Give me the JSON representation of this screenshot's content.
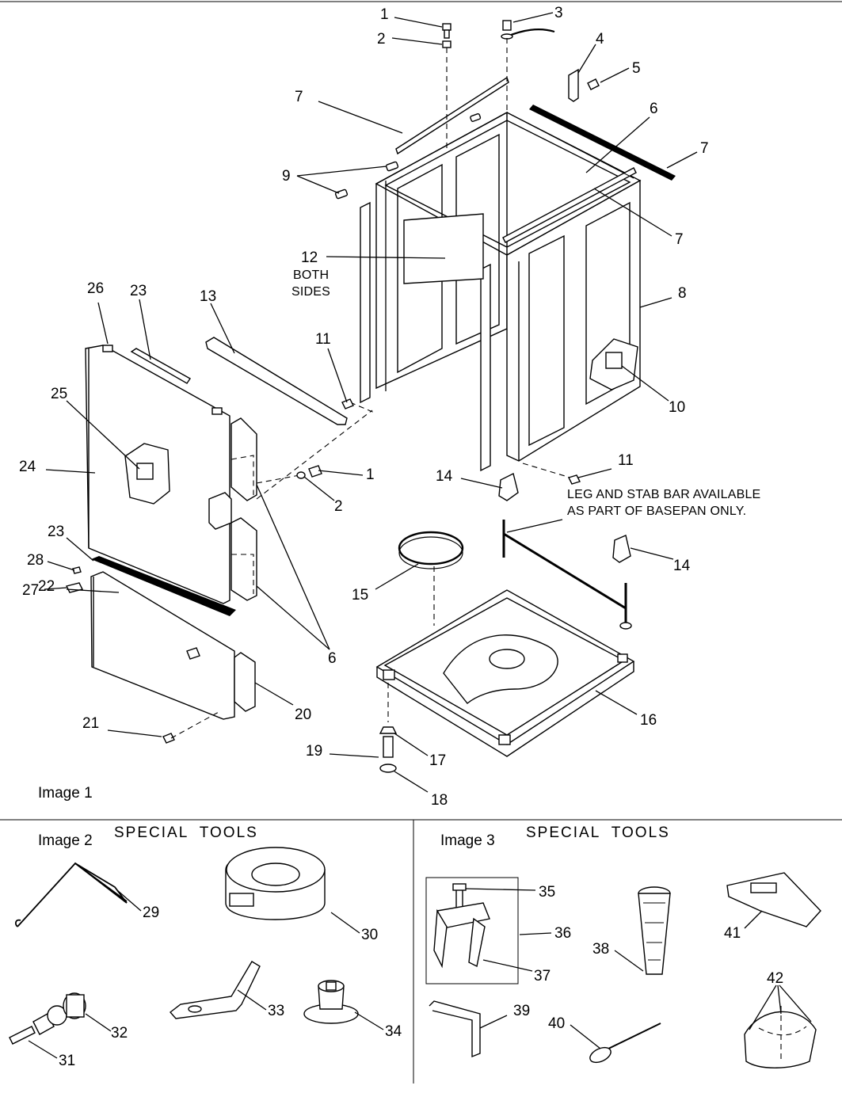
{
  "image_labels": [
    "Image 1",
    "Image 2",
    "Image 3"
  ],
  "special_tools_label": "SPECIAL  TOOLS",
  "note_12": [
    "BOTH",
    "SIDES"
  ],
  "note_leg": [
    "LEG AND STAB BAR AVAILABLE",
    "AS PART OF BASEPAN ONLY."
  ],
  "callouts": [
    "1",
    "2",
    "3",
    "4",
    "5",
    "7",
    "6",
    "7",
    "9",
    "7",
    "12",
    "8",
    "26",
    "23",
    "13",
    "11",
    "25",
    "10",
    "24",
    "11",
    "1",
    "14",
    "2",
    "14",
    "23",
    "28",
    "15",
    "27",
    "22",
    "6",
    "20",
    "16",
    "21",
    "19",
    "17",
    "18",
    "29",
    "30",
    "33",
    "32",
    "34",
    "31",
    "35",
    "36",
    "38",
    "37",
    "41",
    "39",
    "40",
    "42"
  ]
}
